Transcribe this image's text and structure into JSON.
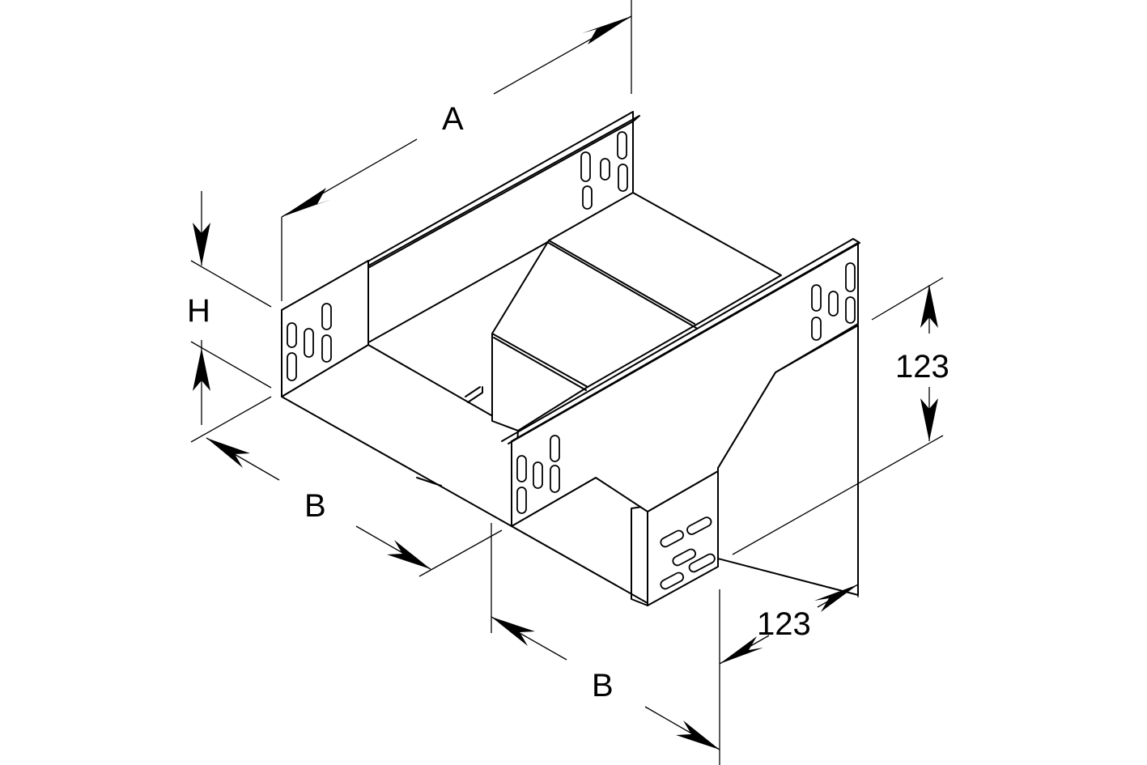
{
  "dimensions": {
    "length_label": "A",
    "height_label": "H",
    "width_label_main": "B",
    "width_label_branch": "B",
    "radius_vertical_label": "123",
    "radius_horizontal_label": "123"
  },
  "colors": {
    "line": "#000000",
    "background": "#ffffff"
  }
}
